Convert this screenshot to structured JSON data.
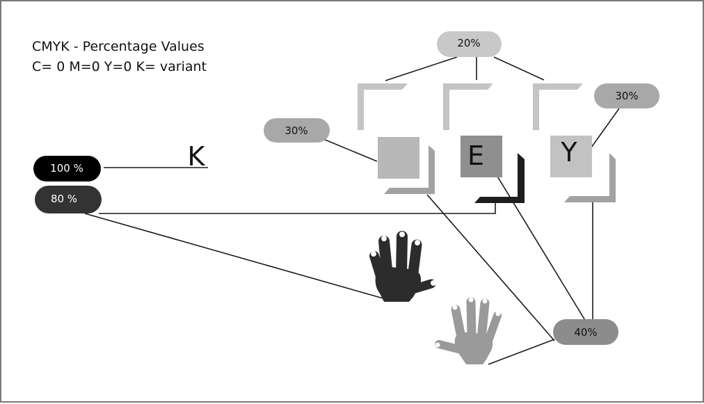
{
  "header": {
    "title": "CMYK -  Percentage  Values",
    "subtitle": "C= 0   M=0   Y=0  K= variant"
  },
  "pills": {
    "top": "20%",
    "left_mid": "30%",
    "right_top": "30%",
    "k100": "100 %",
    "k80": "80 %",
    "bottom": "40%"
  },
  "letters": {
    "k": "K",
    "e": "E",
    "y": "Y"
  },
  "colors": {
    "pill_light": "#c8c8c8",
    "pill_mid": "#a8a8a8",
    "pill_bottom": "#8c8c8c",
    "pill_black": "#000000",
    "pill_dark": "#333333",
    "square_light": "#b8b8b8",
    "square_e": "#8f8f8f",
    "square_y": "#c2c2c2",
    "hand_dark": "#2c2c2c",
    "hand_light": "#9a9a9a",
    "bracket_light": "#c4c4c4",
    "bracket_mid": "#a2a2a2",
    "bracket_dark": "#1e1e1e"
  },
  "icons": [
    "dark-hand-icon",
    "light-hand-icon"
  ]
}
